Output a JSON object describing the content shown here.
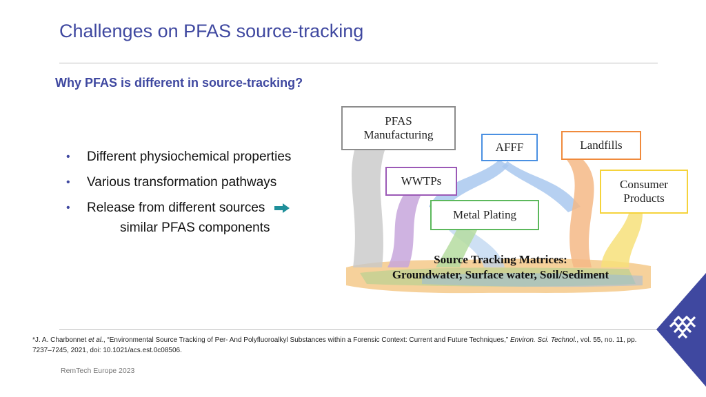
{
  "title": "Challenges on PFAS source-tracking",
  "subtitle": "Why PFAS is different in source-tracking?",
  "bullets": [
    "Different physiochemical properties",
    "Various transformation pathways",
    "Release from different sources"
  ],
  "bullet_continuation": "similar PFAS components",
  "diagram": {
    "boxes": {
      "manufacturing": "PFAS\nManufacturing",
      "afff": "AFFF",
      "landfills": "Landfills",
      "wwtps": "WWTPs",
      "consumer": "Consumer\nProducts",
      "metal": "Metal Plating"
    },
    "matrices_line1": "Source Tracking Matrices:",
    "matrices_line2": "Groundwater, Surface water, Soil/Sediment",
    "colors": {
      "manufacturing": "#8c8c8c",
      "afff": "#4a90e2",
      "landfills": "#f08a3c",
      "wwtps": "#9b59b6",
      "consumer": "#f5d33b",
      "metal": "#5cb85c"
    }
  },
  "footnote": {
    "prefix": "*J. A. Charbonnet ",
    "etal": "et al.",
    "middle": ", “Environmental Source Tracking of Per- And Polyfluoroalkyl Substances within a Forensic Context: Current and Future Techniques,” ",
    "journal": "Environ. Sci. Technol.",
    "suffix": ", vol. 55, no. 11, pp. 7237–7245, 2021, doi: 10.1021/acs.est.0c08506."
  },
  "footer": "RemTech Europe 2023",
  "accent_color": "#3f48a0",
  "arrow_color": "#1f8f9a"
}
